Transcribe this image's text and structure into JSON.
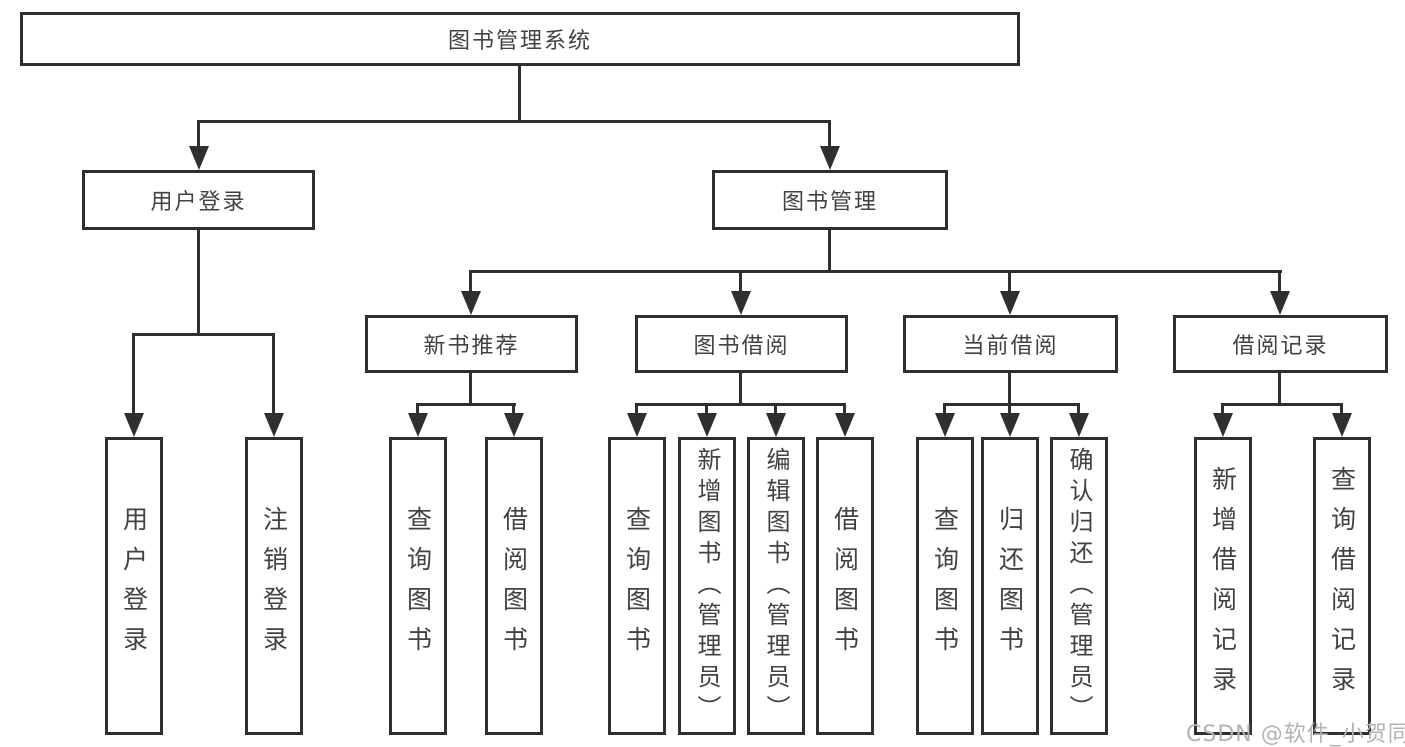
{
  "colors": {
    "line": "#2f2f2f",
    "text": "#424242",
    "background": "#ffffff",
    "watermark": "#b3b3b3"
  },
  "tree": {
    "root": {
      "label": "图书管理系统"
    },
    "level2": [
      {
        "label": "用户登录"
      },
      {
        "label": "图书管理"
      }
    ],
    "level3": [
      {
        "label": "新书推荐"
      },
      {
        "label": "图书借阅"
      },
      {
        "label": "当前借阅"
      },
      {
        "label": "借阅记录"
      }
    ],
    "leaves": {
      "user_login": [
        {
          "label": "用户登录"
        },
        {
          "label": "注销登录"
        }
      ],
      "new_book_recommend": [
        {
          "label": "查询图书"
        },
        {
          "label": "借阅图书"
        }
      ],
      "book_borrow": [
        {
          "label": "查询图书"
        },
        {
          "label": "新增图书（管理员）"
        },
        {
          "label": "编辑图书（管理员）"
        },
        {
          "label": "借阅图书"
        }
      ],
      "current_borrow": [
        {
          "label": "查询图书"
        },
        {
          "label": "归还图书"
        },
        {
          "label": "确认归还（管理员）"
        }
      ],
      "borrow_records": [
        {
          "label": "新增借阅记录"
        },
        {
          "label": "查询借阅记录"
        }
      ]
    }
  },
  "watermark": {
    "text": "CSDN @软件_小贺同学"
  }
}
